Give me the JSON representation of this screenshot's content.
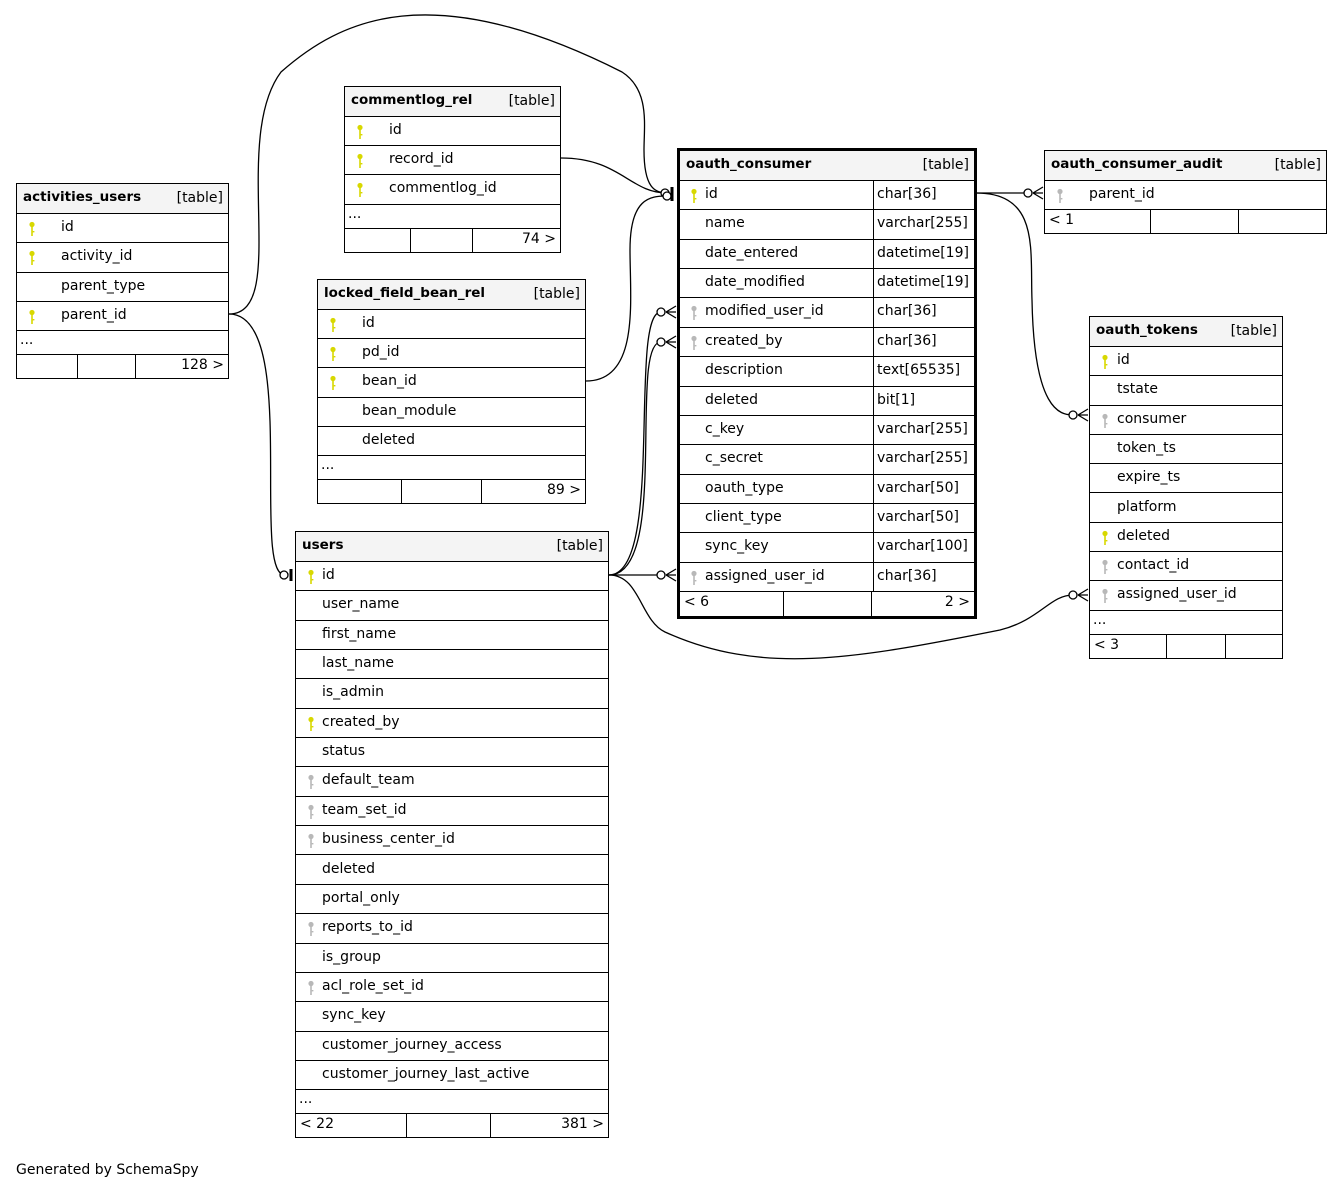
{
  "table_label": "[table]",
  "ellipsis": "...",
  "generated_by": "Generated by SchemaSpy",
  "colors": {
    "pk": "#d8d800",
    "fk": "#b8b8b8"
  },
  "tables": [
    {
      "id": "activities_users",
      "name": "activities_users",
      "columns": [
        {
          "name": "id",
          "key": "pk"
        },
        {
          "name": "activity_id",
          "key": "pk"
        },
        {
          "name": "parent_type",
          "key": ""
        },
        {
          "name": "parent_id",
          "key": "pk"
        }
      ],
      "ellipsis": true,
      "footer": [
        "",
        "",
        "128 >"
      ]
    },
    {
      "id": "commentlog_rel",
      "name": "commentlog_rel",
      "columns": [
        {
          "name": "id",
          "key": "pk"
        },
        {
          "name": "record_id",
          "key": "pk"
        },
        {
          "name": "commentlog_id",
          "key": "pk"
        }
      ],
      "ellipsis": true,
      "footer": [
        "",
        "",
        "74 >"
      ]
    },
    {
      "id": "locked_field_bean_rel",
      "name": "locked_field_bean_rel",
      "columns": [
        {
          "name": "id",
          "key": "pk"
        },
        {
          "name": "pd_id",
          "key": "pk"
        },
        {
          "name": "bean_id",
          "key": "pk"
        },
        {
          "name": "bean_module",
          "key": ""
        },
        {
          "name": "deleted",
          "key": ""
        }
      ],
      "ellipsis": true,
      "footer": [
        "",
        "",
        "89 >"
      ]
    },
    {
      "id": "users",
      "name": "users",
      "columns": [
        {
          "name": "id",
          "key": "pk"
        },
        {
          "name": "user_name",
          "key": ""
        },
        {
          "name": "first_name",
          "key": ""
        },
        {
          "name": "last_name",
          "key": ""
        },
        {
          "name": "is_admin",
          "key": ""
        },
        {
          "name": "created_by",
          "key": "pk"
        },
        {
          "name": "status",
          "key": ""
        },
        {
          "name": "default_team",
          "key": "fk"
        },
        {
          "name": "team_set_id",
          "key": "fk"
        },
        {
          "name": "business_center_id",
          "key": "fk"
        },
        {
          "name": "deleted",
          "key": ""
        },
        {
          "name": "portal_only",
          "key": ""
        },
        {
          "name": "reports_to_id",
          "key": "fk"
        },
        {
          "name": "is_group",
          "key": ""
        },
        {
          "name": "acl_role_set_id",
          "key": "fk"
        },
        {
          "name": "sync_key",
          "key": ""
        },
        {
          "name": "customer_journey_access",
          "key": ""
        },
        {
          "name": "customer_journey_last_active",
          "key": ""
        }
      ],
      "ellipsis": true,
      "footer": [
        "< 22",
        "",
        "381 >"
      ]
    },
    {
      "id": "oauth_consumer",
      "name": "oauth_consumer",
      "columns": [
        {
          "name": "id",
          "key": "pk",
          "type": "char[36]"
        },
        {
          "name": "name",
          "key": "",
          "type": "varchar[255]"
        },
        {
          "name": "date_entered",
          "key": "",
          "type": "datetime[19]"
        },
        {
          "name": "date_modified",
          "key": "",
          "type": "datetime[19]"
        },
        {
          "name": "modified_user_id",
          "key": "fk",
          "type": "char[36]"
        },
        {
          "name": "created_by",
          "key": "fk",
          "type": "char[36]"
        },
        {
          "name": "description",
          "key": "",
          "type": "text[65535]"
        },
        {
          "name": "deleted",
          "key": "",
          "type": "bit[1]"
        },
        {
          "name": "c_key",
          "key": "",
          "type": "varchar[255]"
        },
        {
          "name": "c_secret",
          "key": "",
          "type": "varchar[255]"
        },
        {
          "name": "oauth_type",
          "key": "",
          "type": "varchar[50]"
        },
        {
          "name": "client_type",
          "key": "",
          "type": "varchar[50]"
        },
        {
          "name": "sync_key",
          "key": "",
          "type": "varchar[100]"
        },
        {
          "name": "assigned_user_id",
          "key": "fk",
          "type": "char[36]"
        }
      ],
      "ellipsis": false,
      "footer": [
        "< 6",
        "",
        "2 >"
      ]
    },
    {
      "id": "oauth_consumer_audit",
      "name": "oauth_consumer_audit",
      "columns": [
        {
          "name": "parent_id",
          "key": "fk"
        }
      ],
      "ellipsis": false,
      "footer": [
        "< 1",
        "",
        ""
      ]
    },
    {
      "id": "oauth_tokens",
      "name": "oauth_tokens",
      "columns": [
        {
          "name": "id",
          "key": "pk"
        },
        {
          "name": "tstate",
          "key": ""
        },
        {
          "name": "consumer",
          "key": "fk"
        },
        {
          "name": "token_ts",
          "key": ""
        },
        {
          "name": "expire_ts",
          "key": ""
        },
        {
          "name": "platform",
          "key": ""
        },
        {
          "name": "deleted",
          "key": "pk"
        },
        {
          "name": "contact_id",
          "key": "fk"
        },
        {
          "name": "assigned_user_id",
          "key": "fk"
        }
      ],
      "ellipsis": true,
      "footer": [
        "< 3",
        "",
        ""
      ]
    }
  ]
}
